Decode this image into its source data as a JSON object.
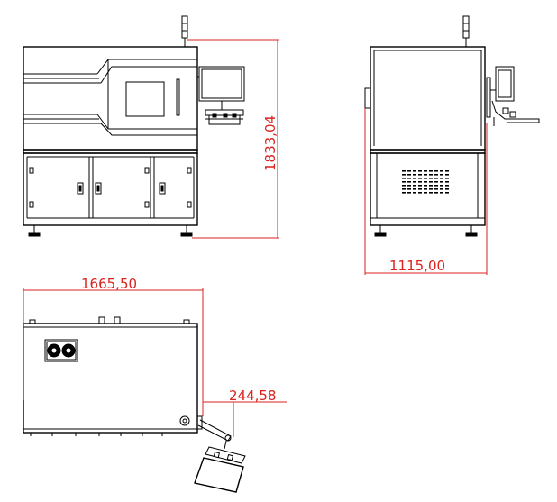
{
  "dimensions": {
    "height": "1833,04",
    "depth": "1115,00",
    "width": "1665,50",
    "arm_offset": "244,58"
  },
  "colors": {
    "line": "#000000",
    "dimension": "#d9231f",
    "background": "#ffffff"
  }
}
